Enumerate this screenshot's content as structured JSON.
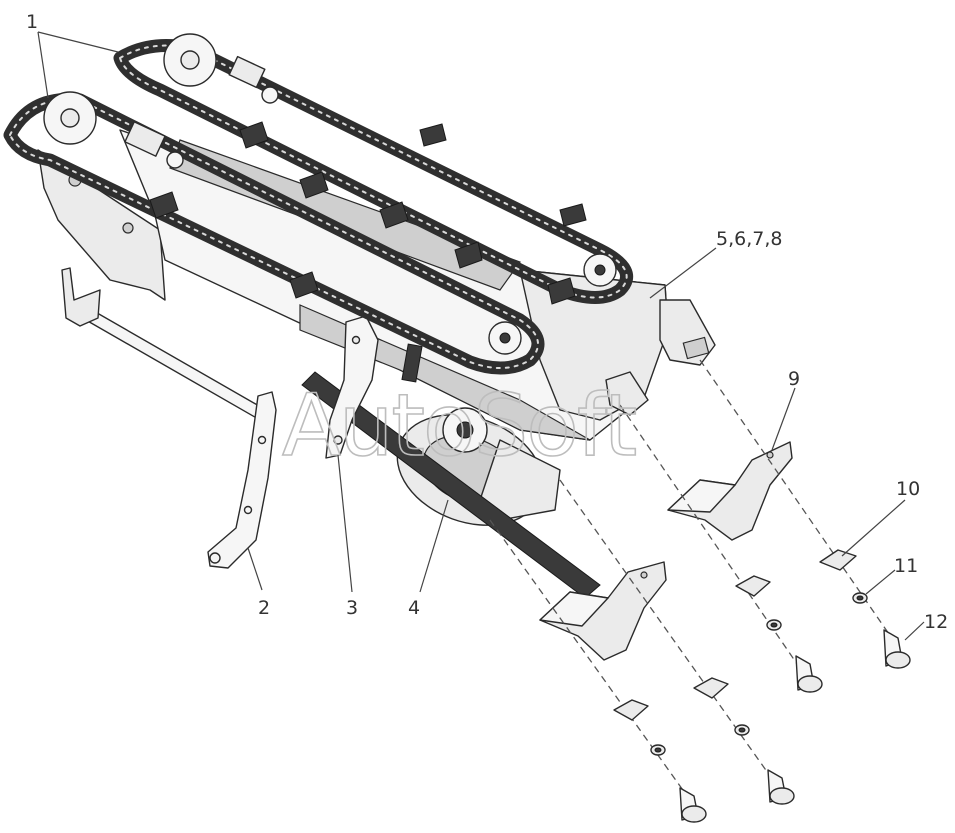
{
  "watermark": "AutoSoft",
  "callouts": {
    "c1": "1",
    "c2": "2",
    "c3": "3",
    "c4": "4",
    "c5": "5,6,7,8",
    "c9": "9",
    "c10": "10",
    "c11": "11",
    "c12": "12"
  }
}
